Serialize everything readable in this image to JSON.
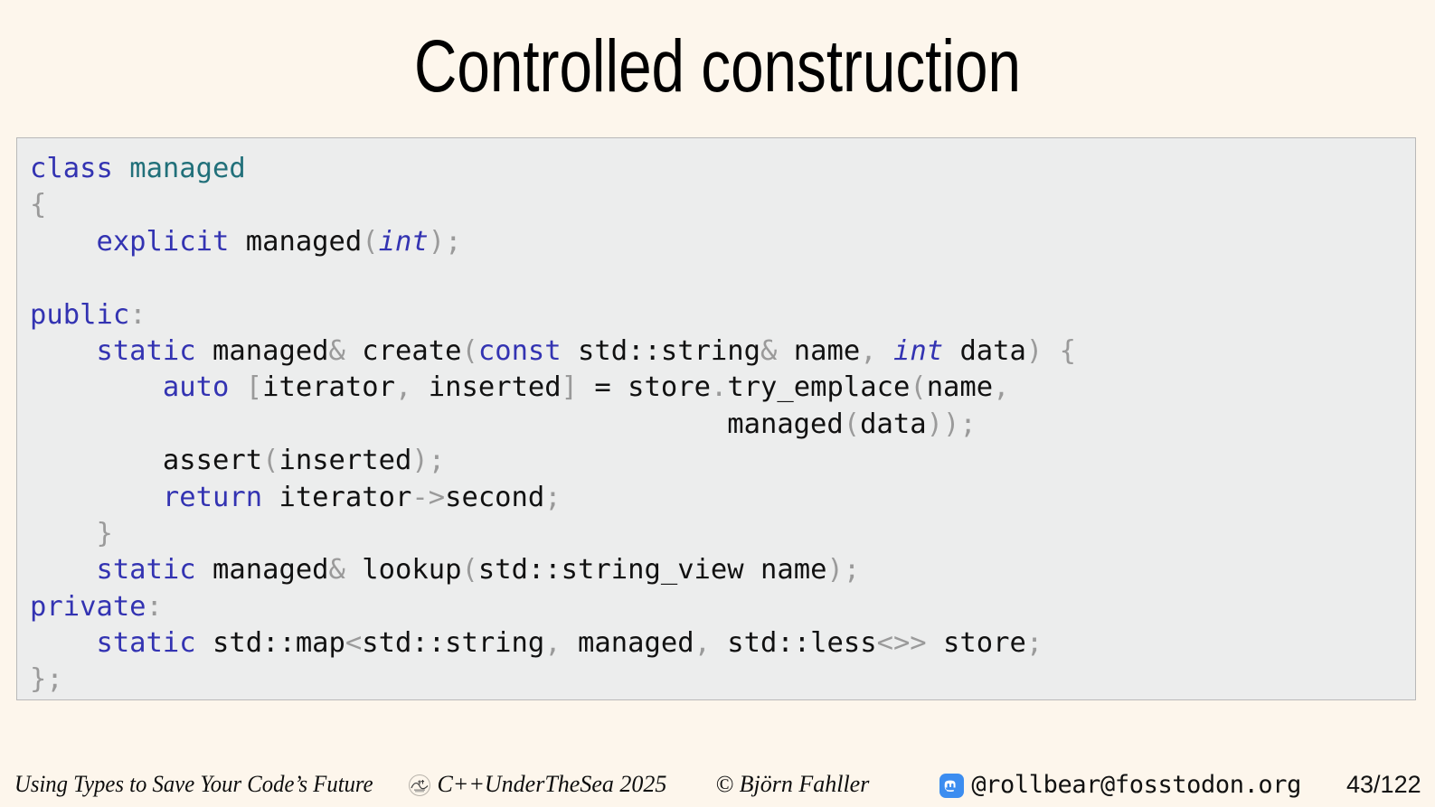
{
  "slide": {
    "title": "Controlled construction"
  },
  "code": {
    "language": "cpp",
    "lines": [
      [
        {
          "t": "class",
          "c": "kw"
        },
        {
          "t": " ",
          "c": "idn"
        },
        {
          "t": "managed",
          "c": "typ"
        }
      ],
      [
        {
          "t": "{",
          "c": "pun"
        }
      ],
      [
        {
          "t": "    ",
          "c": "idn"
        },
        {
          "t": "explicit",
          "c": "kw"
        },
        {
          "t": " ",
          "c": "idn"
        },
        {
          "t": "managed",
          "c": "idn"
        },
        {
          "t": "(",
          "c": "pun"
        },
        {
          "t": "int",
          "c": "kwi"
        },
        {
          "t": ")",
          "c": "pun"
        },
        {
          "t": ";",
          "c": "pun"
        }
      ],
      [],
      [
        {
          "t": "public",
          "c": "kw"
        },
        {
          "t": ":",
          "c": "pun"
        }
      ],
      [
        {
          "t": "    ",
          "c": "idn"
        },
        {
          "t": "static",
          "c": "kw"
        },
        {
          "t": " managed",
          "c": "idn"
        },
        {
          "t": "&",
          "c": "pun"
        },
        {
          "t": " create",
          "c": "idn"
        },
        {
          "t": "(",
          "c": "pun"
        },
        {
          "t": "const",
          "c": "kw"
        },
        {
          "t": " std::string",
          "c": "idn"
        },
        {
          "t": "&",
          "c": "pun"
        },
        {
          "t": " name",
          "c": "idn"
        },
        {
          "t": ",",
          "c": "pun"
        },
        {
          "t": " ",
          "c": "idn"
        },
        {
          "t": "int",
          "c": "kwi"
        },
        {
          "t": " data",
          "c": "idn"
        },
        {
          "t": ")",
          "c": "pun"
        },
        {
          "t": " ",
          "c": "idn"
        },
        {
          "t": "{",
          "c": "pun"
        }
      ],
      [
        {
          "t": "        ",
          "c": "idn"
        },
        {
          "t": "auto",
          "c": "kw"
        },
        {
          "t": " ",
          "c": "idn"
        },
        {
          "t": "[",
          "c": "pun"
        },
        {
          "t": "iterator",
          "c": "idn"
        },
        {
          "t": ",",
          "c": "pun"
        },
        {
          "t": " inserted",
          "c": "idn"
        },
        {
          "t": "]",
          "c": "pun"
        },
        {
          "t": " = store",
          "c": "idn"
        },
        {
          "t": ".",
          "c": "pun"
        },
        {
          "t": "try_emplace",
          "c": "idn"
        },
        {
          "t": "(",
          "c": "pun"
        },
        {
          "t": "name",
          "c": "idn"
        },
        {
          "t": ",",
          "c": "pun"
        }
      ],
      [
        {
          "t": "                                          managed",
          "c": "idn"
        },
        {
          "t": "(",
          "c": "pun"
        },
        {
          "t": "data",
          "c": "idn"
        },
        {
          "t": "))",
          "c": "pun"
        },
        {
          "t": ";",
          "c": "pun"
        }
      ],
      [
        {
          "t": "        ",
          "c": "idn"
        },
        {
          "t": "assert",
          "c": "idn"
        },
        {
          "t": "(",
          "c": "pun"
        },
        {
          "t": "inserted",
          "c": "idn"
        },
        {
          "t": ")",
          "c": "pun"
        },
        {
          "t": ";",
          "c": "pun"
        }
      ],
      [
        {
          "t": "        ",
          "c": "idn"
        },
        {
          "t": "return",
          "c": "kw"
        },
        {
          "t": " iterator",
          "c": "idn"
        },
        {
          "t": "->",
          "c": "pun"
        },
        {
          "t": "second",
          "c": "idn"
        },
        {
          "t": ";",
          "c": "pun"
        }
      ],
      [
        {
          "t": "    ",
          "c": "idn"
        },
        {
          "t": "}",
          "c": "pun"
        }
      ],
      [
        {
          "t": "    ",
          "c": "idn"
        },
        {
          "t": "static",
          "c": "kw"
        },
        {
          "t": " managed",
          "c": "idn"
        },
        {
          "t": "&",
          "c": "pun"
        },
        {
          "t": " lookup",
          "c": "idn"
        },
        {
          "t": "(",
          "c": "pun"
        },
        {
          "t": "std::string_view name",
          "c": "idn"
        },
        {
          "t": ")",
          "c": "pun"
        },
        {
          "t": ";",
          "c": "pun"
        }
      ],
      [
        {
          "t": "private",
          "c": "kw"
        },
        {
          "t": ":",
          "c": "pun"
        }
      ],
      [
        {
          "t": "    ",
          "c": "idn"
        },
        {
          "t": "static",
          "c": "kw"
        },
        {
          "t": " std::map",
          "c": "idn"
        },
        {
          "t": "<",
          "c": "pun"
        },
        {
          "t": "std::string",
          "c": "idn"
        },
        {
          "t": ",",
          "c": "pun"
        },
        {
          "t": " managed",
          "c": "idn"
        },
        {
          "t": ",",
          "c": "pun"
        },
        {
          "t": " std::less",
          "c": "idn"
        },
        {
          "t": "<>>",
          "c": "pun"
        },
        {
          "t": " store",
          "c": "idn"
        },
        {
          "t": ";",
          "c": "pun"
        }
      ],
      [
        {
          "t": "}",
          "c": "pun"
        },
        {
          "t": ";",
          "c": "pun"
        }
      ]
    ]
  },
  "footer": {
    "talk_title": "Using Types to Save Your Code’s Future",
    "conference": "C++UnderTheSea 2025",
    "conference_logo_name": "cpp-under-the-sea-logo",
    "author": "© Björn Fahller",
    "mastodon_icon_name": "mastodon-icon",
    "mastodon_handle": "@rollbear@fosstodon.org",
    "page": "43/122"
  },
  "colors": {
    "page_background": "#fdf6ec",
    "code_background": "#eceded",
    "code_border": "#b9b9b9",
    "keyword": "#3333b2",
    "type_name": "#21707a",
    "punctuation": "#9a9a9a",
    "identifier": "#111111",
    "mastodon_blue": "#3c8df0"
  }
}
